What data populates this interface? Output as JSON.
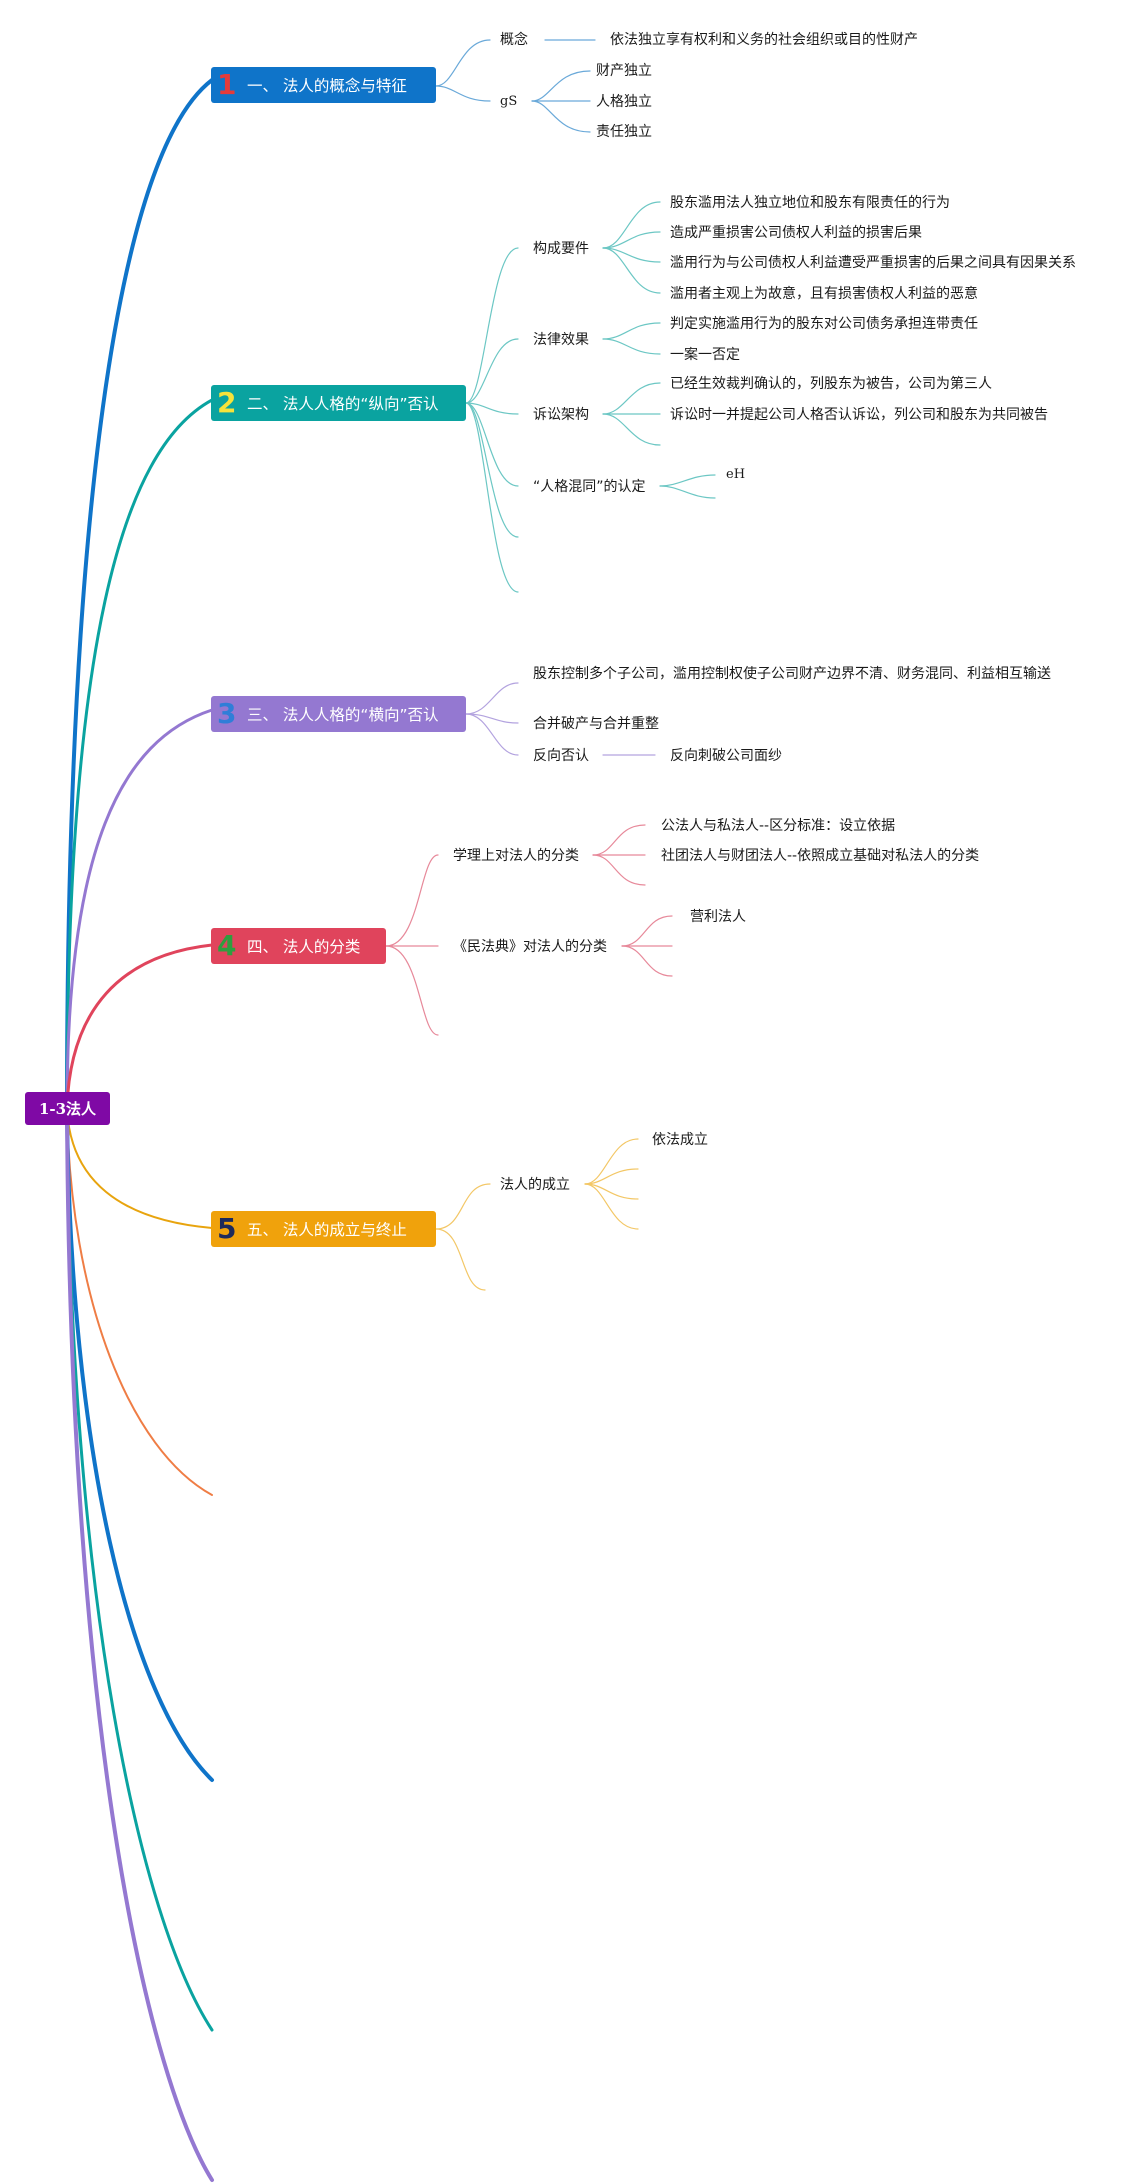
{
  "root": {
    "label": "1-3法人"
  },
  "colors": {
    "root": "#7f09a5",
    "b1": "#0f74c9",
    "b2": "#0aa3a0",
    "b3": "#9478d1",
    "b4": "#e0445c",
    "b5": "#f0a20c",
    "orange_extra": "#ef7d45",
    "num1": "#e43b3b",
    "num2": "#f6e33b",
    "num3": "#2f7ed8",
    "num4": "#2f9e3f",
    "num5": "#1e2a5a"
  },
  "branches": [
    {
      "num": "1",
      "label": "一、 法人的概念与特征",
      "children": [
        {
          "label": "概念",
          "children": [
            {
              "label": "依法独立享有权利和义务的社会组织或目的性财产"
            }
          ]
        },
        {
          "label": "gS",
          "children": [
            {
              "label": "财产独立"
            },
            {
              "label": "人格独立"
            },
            {
              "label": "责任独立"
            }
          ]
        }
      ]
    },
    {
      "num": "2",
      "label": "二、 法人人格的“纵向”否认",
      "children": [
        {
          "label": "构成要件",
          "children": [
            {
              "label": "股东滥用法人独立地位和股东有限责任的行为"
            },
            {
              "label": "造成严重损害公司债权人利益的损害后果"
            },
            {
              "label": "滥用行为与公司债权人利益遭受严重损害的后果之间具有因果关系"
            },
            {
              "label": "滥用者主观上为故意，且有损害债权人利益的恶意"
            }
          ]
        },
        {
          "label": "法律效果",
          "children": [
            {
              "label": "判定实施滥用行为的股东对公司债务承担连带责任"
            },
            {
              "label": "一案一否定"
            }
          ]
        },
        {
          "label": "诉讼架构",
          "children": [
            {
              "label": "已经生效裁判确认的，列股东为被告，公司为第三人"
            },
            {
              "label": "诉讼时一并提起公司人格否认诉讼，列公司和股东为共同被告"
            }
          ]
        },
        {
          "label": "“人格混同”的认定",
          "children": [
            {
              "label": "eH"
            }
          ]
        }
      ]
    },
    {
      "num": "3",
      "label": "三、 法人人格的“横向”否认",
      "children": [
        {
          "label": "股东控制多个子公司，滥用控制权使子公司财产边界不清、财务混同、利益相互输送"
        },
        {
          "label": "合并破产与合并重整"
        },
        {
          "label": "反向否认",
          "children": [
            {
              "label": "反向刺破公司面纱"
            }
          ]
        }
      ]
    },
    {
      "num": "4",
      "label": "四、 法人的分类",
      "children": [
        {
          "label": "学理上对法人的分类",
          "children": [
            {
              "label": "公法人与私法人--区分标准：设立依据"
            },
            {
              "label": "社团法人与财团法人--依照成立基础对私法人的分类"
            }
          ]
        },
        {
          "label": "《民法典》对法人的分类",
          "children": [
            {
              "label": "营利法人"
            }
          ]
        }
      ]
    },
    {
      "num": "5",
      "label": "五、 法人的成立与终止",
      "children": [
        {
          "label": "法人的成立",
          "children": [
            {
              "label": "依法成立"
            }
          ]
        }
      ]
    }
  ]
}
